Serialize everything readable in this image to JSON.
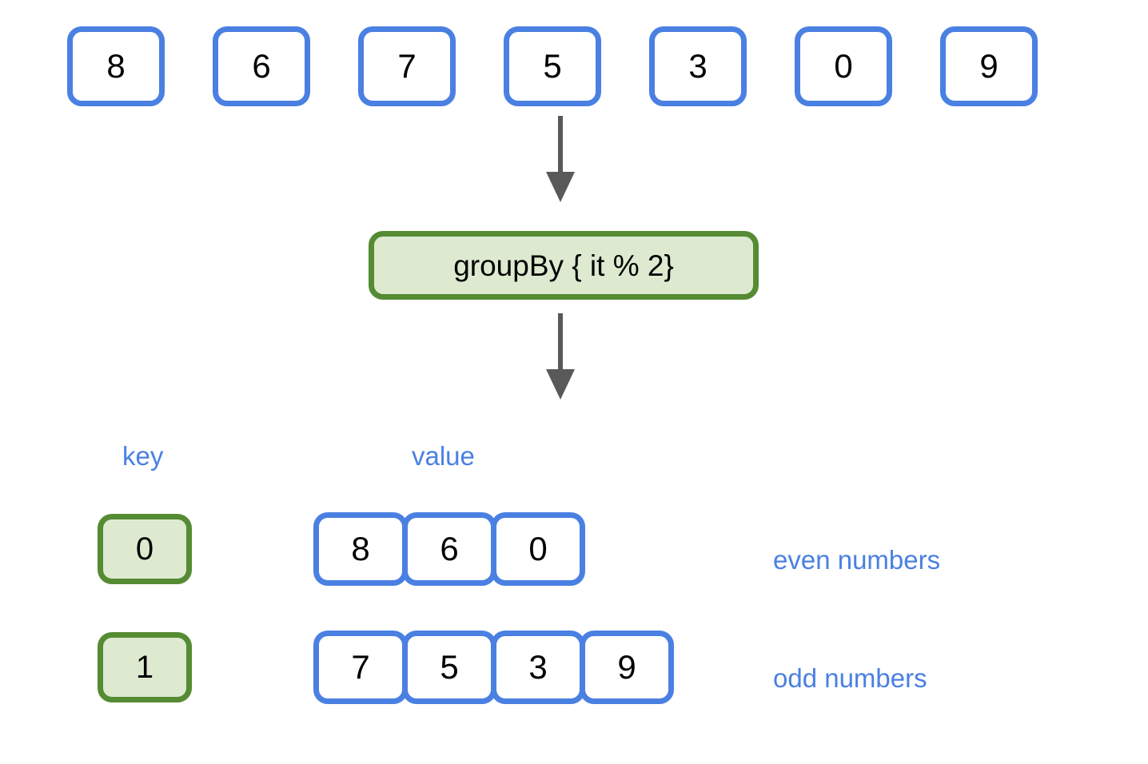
{
  "diagram": {
    "title": "groupBy { it % 2} grouping of numbers into even and odd buckets",
    "colors": {
      "blue_border": "#4a80e2",
      "blue_text": "#4a80e2",
      "green_border": "#558b33",
      "green_fill": "#ddead0",
      "arrow_gray": "#595959",
      "number_text": "#000000",
      "background": "#ffffff"
    }
  },
  "input": {
    "values": [
      "8",
      "6",
      "7",
      "5",
      "3",
      "0",
      "9"
    ]
  },
  "operation": {
    "label": "groupBy { it % 2}"
  },
  "arrows": {
    "top": {
      "name": "arrow-down-to-operation"
    },
    "bottom": {
      "name": "arrow-down-to-result"
    }
  },
  "result": {
    "headers": {
      "key": "key",
      "value": "value"
    },
    "groups": [
      {
        "key": "0",
        "values": [
          "8",
          "6",
          "0"
        ],
        "annotation": "even numbers"
      },
      {
        "key": "1",
        "values": [
          "7",
          "5",
          "3",
          "9"
        ],
        "annotation": "odd numbers"
      }
    ]
  }
}
